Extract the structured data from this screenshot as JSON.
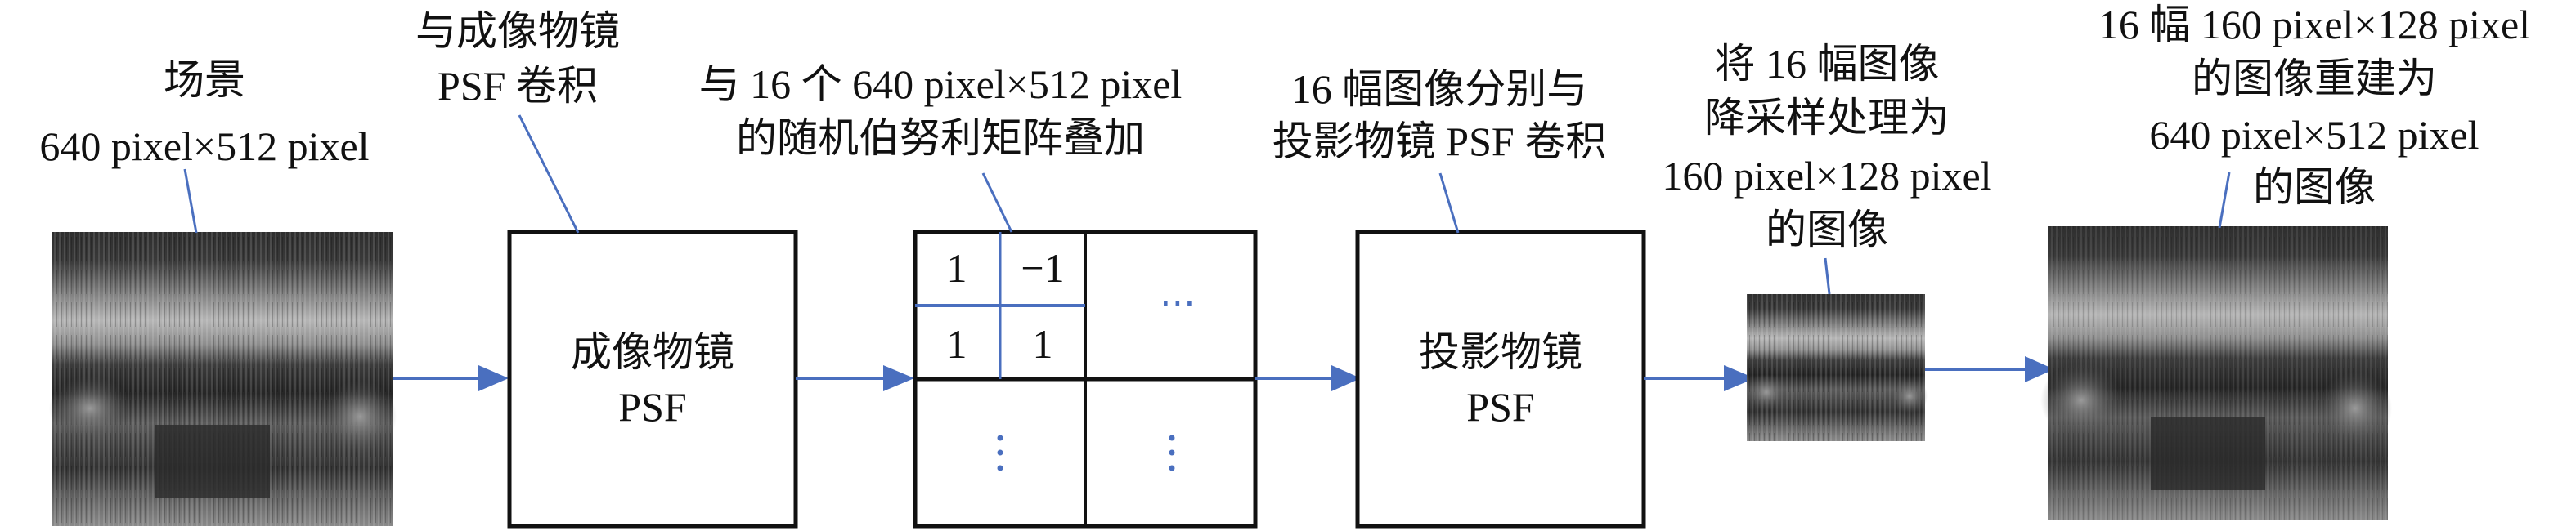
{
  "scene": {
    "label_line1": "场景",
    "label_line2": "640 pixel×512 pixel"
  },
  "imaging_lens": {
    "label_line1": "与成像物镜",
    "label_line2": "PSF 卷积",
    "box_line1": "成像物镜",
    "box_line2": "PSF"
  },
  "bernoulli": {
    "label_line1": "与 16 个 640 pixel×512 pixel",
    "label_line2": "的随机伯努利矩阵叠加",
    "cells": [
      "1",
      "−1",
      "1",
      "1"
    ],
    "ellipsis_h": "⋯"
  },
  "projection_lens": {
    "label_line1": "16 幅图像分别与",
    "label_line2": "投影物镜 PSF 卷积",
    "box_line1": "投影物镜",
    "box_line2": "PSF"
  },
  "downsample": {
    "label_lines": [
      "将 16 幅图像",
      "降采样处理为",
      "160 pixel×128 pixel",
      "的图像"
    ]
  },
  "reconstruct": {
    "label_lines": [
      "16 幅 160 pixel×128 pixel",
      "的图像重建为",
      "640 pixel×512 pixel",
      "的图像"
    ]
  },
  "colors": {
    "accent": "#4a6fbf",
    "stroke": "#111111"
  }
}
